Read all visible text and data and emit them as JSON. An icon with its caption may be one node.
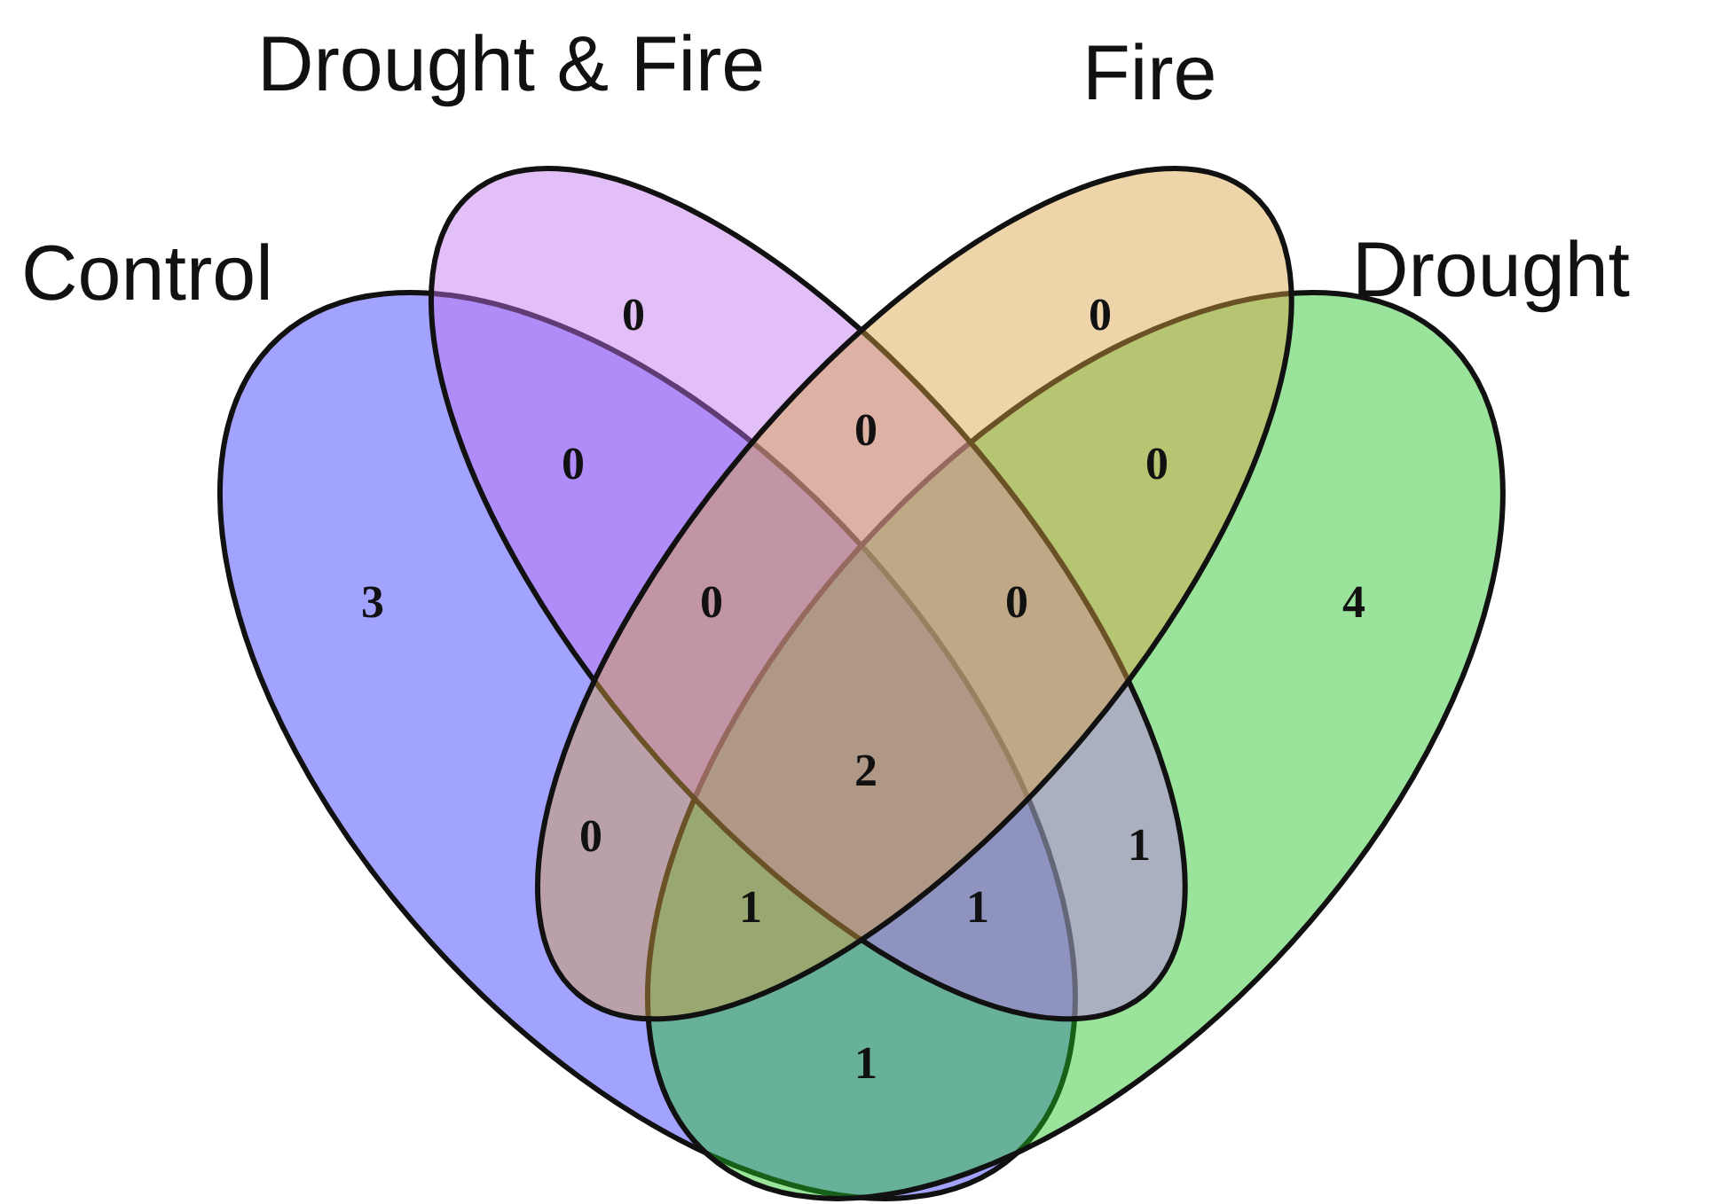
{
  "diagram": {
    "nodes": [
      {
        "text": [
          "Drought & Fire"
        ]
      },
      {
        "text": [
          "Fire"
        ]
      },
      {
        "text": [
          "Control"
        ]
      },
      {
        "text": [
          "Drought"
        ]
      }
    ],
    "labels": [
      "0",
      "0",
      "0",
      "0",
      "0",
      "3",
      "0",
      "0",
      "4",
      "2",
      "0",
      "1",
      "1",
      "1",
      "1"
    ]
  }
}
